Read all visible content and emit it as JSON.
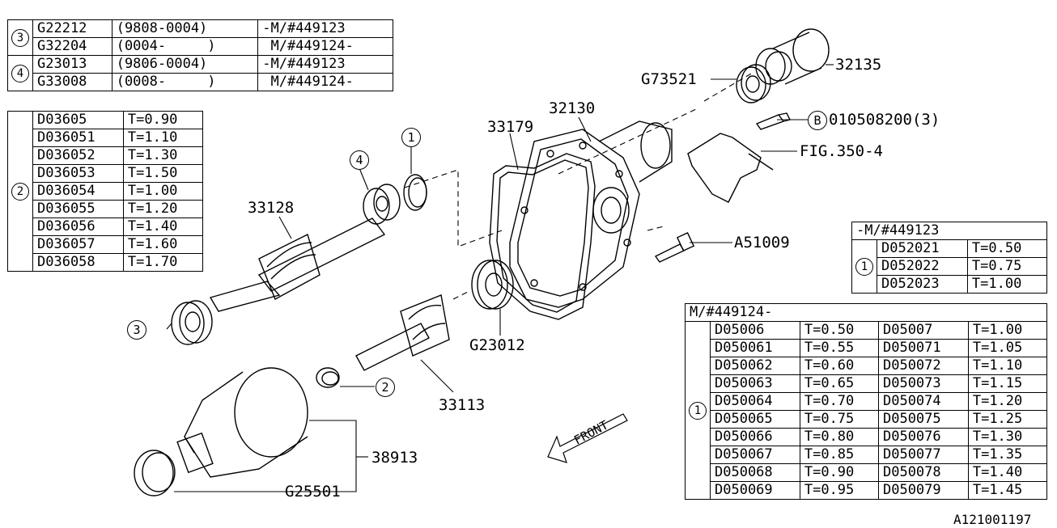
{
  "table_gear": {
    "groups": [
      {
        "callout": "3",
        "rows": [
          {
            "part": "G22212",
            "date": "(9808-0004)",
            "serial": "-M/#449123"
          },
          {
            "part": "G32204",
            "date": "(0004-     )",
            "serial": " M/#449124-"
          }
        ]
      },
      {
        "callout": "4",
        "rows": [
          {
            "part": "G23013",
            "date": "(9806-0004)",
            "serial": "-M/#449123"
          },
          {
            "part": "G33008",
            "date": "(0008-     )",
            "serial": " M/#449124-"
          }
        ]
      }
    ]
  },
  "table_shim2": {
    "callout": "2",
    "rows": [
      {
        "part": "D03605",
        "t": "T=0.90"
      },
      {
        "part": "D036051",
        "t": "T=1.10"
      },
      {
        "part": "D036052",
        "t": "T=1.30"
      },
      {
        "part": "D036053",
        "t": "T=1.50"
      },
      {
        "part": "D036054",
        "t": "T=1.00"
      },
      {
        "part": "D036055",
        "t": "T=1.20"
      },
      {
        "part": "D036056",
        "t": "T=1.40"
      },
      {
        "part": "D036057",
        "t": "T=1.60"
      },
      {
        "part": "D036058",
        "t": "T=1.70"
      }
    ]
  },
  "table_shim1_old": {
    "header": "-M/#449123",
    "callout": "1",
    "rows": [
      {
        "part": "D052021",
        "t": "T=0.50"
      },
      {
        "part": "D052022",
        "t": "T=0.75"
      },
      {
        "part": "D052023",
        "t": "T=1.00"
      }
    ]
  },
  "table_shim1_new": {
    "header": "M/#449124-",
    "callout": "1",
    "rows": [
      {
        "p1": "D05006",
        "t1": "T=0.50",
        "p2": "D05007",
        "t2": "T=1.00"
      },
      {
        "p1": "D050061",
        "t1": "T=0.55",
        "p2": "D050071",
        "t2": "T=1.05"
      },
      {
        "p1": "D050062",
        "t1": "T=0.60",
        "p2": "D050072",
        "t2": "T=1.10"
      },
      {
        "p1": "D050063",
        "t1": "T=0.65",
        "p2": "D050073",
        "t2": "T=1.15"
      },
      {
        "p1": "D050064",
        "t1": "T=0.70",
        "p2": "D050074",
        "t2": "T=1.20"
      },
      {
        "p1": "D050065",
        "t1": "T=0.75",
        "p2": "D050075",
        "t2": "T=1.25"
      },
      {
        "p1": "D050066",
        "t1": "T=0.80",
        "p2": "D050076",
        "t2": "T=1.30"
      },
      {
        "p1": "D050067",
        "t1": "T=0.85",
        "p2": "D050077",
        "t2": "T=1.35"
      },
      {
        "p1": "D050068",
        "t1": "T=0.90",
        "p2": "D050078",
        "t2": "T=1.40"
      },
      {
        "p1": "D050069",
        "t1": "T=0.95",
        "p2": "D050079",
        "t2": "T=1.45"
      }
    ]
  },
  "labels": {
    "p32135": "32135",
    "pG73521": "G73521",
    "p32130": "32130",
    "p33179": "33179",
    "bolt_callout": "B",
    "bolt": "010508200(3)",
    "fig": "FIG.350-4",
    "pA51009": "A51009",
    "p33128": "33128",
    "pG23012": "G23012",
    "p33113": "33113",
    "p38913": "38913",
    "pG25501": "G25501",
    "front": "FRONT",
    "ref": "A121001197",
    "c1": "1",
    "c2": "2",
    "c3": "3",
    "c4": "4"
  }
}
